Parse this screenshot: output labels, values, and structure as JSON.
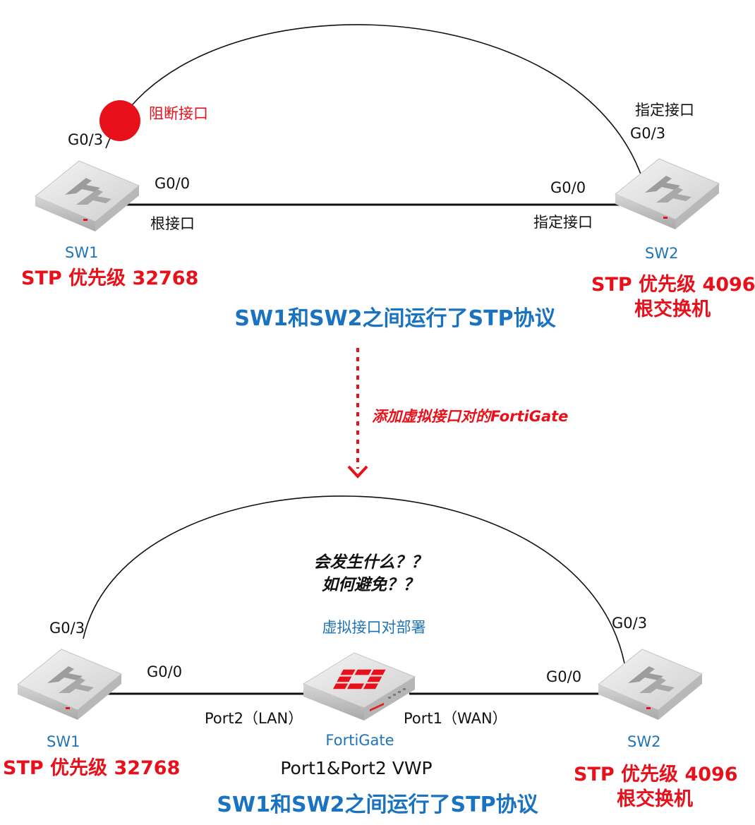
{
  "top": {
    "sw1": {
      "name": "SW1",
      "priority": "STP 优先级 32768",
      "port_g03": "G0/3",
      "port_g00": "G0/0",
      "g00_role": "根接口",
      "blocked_label": "阻断接口"
    },
    "sw2": {
      "name": "SW2",
      "priority": "STP 优先级 4096",
      "role": "根交换机",
      "port_g03": "G0/3",
      "g03_role": "指定接口",
      "port_g00": "G0/0",
      "g00_role": "指定接口"
    },
    "caption": "SW1和SW2之间运行了STP协议"
  },
  "transition": {
    "label": "添加虚拟接口对的FortiGate"
  },
  "bottom": {
    "question_line1": "会发生什么？？",
    "question_line2": "如何避免？？",
    "deployment": "虚拟接口对部署",
    "sw1": {
      "name": "SW1",
      "priority": "STP 优先级 32768",
      "port_g03": "G0/3",
      "port_g00": "G0/0"
    },
    "fortigate": {
      "name": "FortiGate",
      "port_lan": "Port2（LAN）",
      "port_wan": "Port1（WAN）",
      "vwp": "Port1&Port2 VWP"
    },
    "sw2": {
      "name": "SW2",
      "priority": "STP 优先级 4096",
      "role": "根交换机",
      "port_g03": "G0/3",
      "port_g00": "G0/0"
    },
    "caption": "SW1和SW2之间运行了STP协议"
  },
  "colors": {
    "link": "#111111",
    "blocked": "#e8101a",
    "device_name": "#1f73b7",
    "caption": "#1a73c0",
    "priority": "#e8101a",
    "fortinet": "#e8101a"
  }
}
